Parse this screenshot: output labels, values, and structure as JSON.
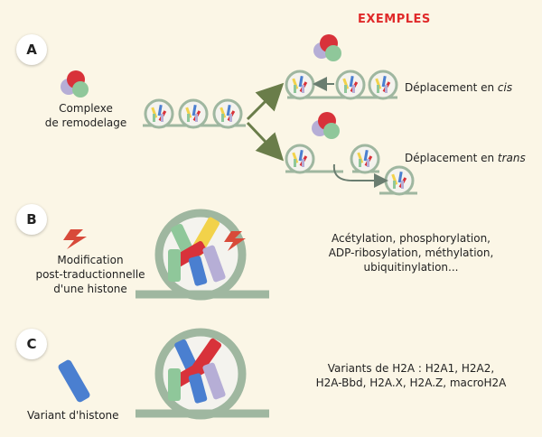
{
  "examples_title": "EXEMPLES",
  "sections": {
    "a": {
      "label": "A",
      "caption_line1": "Complexe",
      "caption_line2": "de remodelage",
      "cis_prefix": "Déplacement en ",
      "cis_italic": "cis",
      "trans_prefix": "Déplacement en ",
      "trans_italic": "trans"
    },
    "b": {
      "label": "B",
      "caption_line1": "Modification",
      "caption_line2": "post-traductionnelle",
      "caption_line3": "d'une histone",
      "example_line1": "Acétylation, phosphorylation,",
      "example_line2": "ADP-ribosylation, méthylation,",
      "example_line3": "ubiquitinylation..."
    },
    "c": {
      "label": "C",
      "caption_line1": "Variant d'histone",
      "example_line1": "Variants de H2A : H2A1, H2A2,",
      "example_line2": "H2A-Bbd, H2A.X, H2A.Z, macroH2A"
    }
  },
  "colors": {
    "title": "#e02a2a",
    "arrow": "#6a7d4a",
    "dna": "#9fb7a0",
    "red": "#d8323a",
    "green": "#8fc79a",
    "lavender": "#b6aed6",
    "yellow": "#f2d24a",
    "blue": "#4a7fd0",
    "bolt": "#d84a3a"
  }
}
